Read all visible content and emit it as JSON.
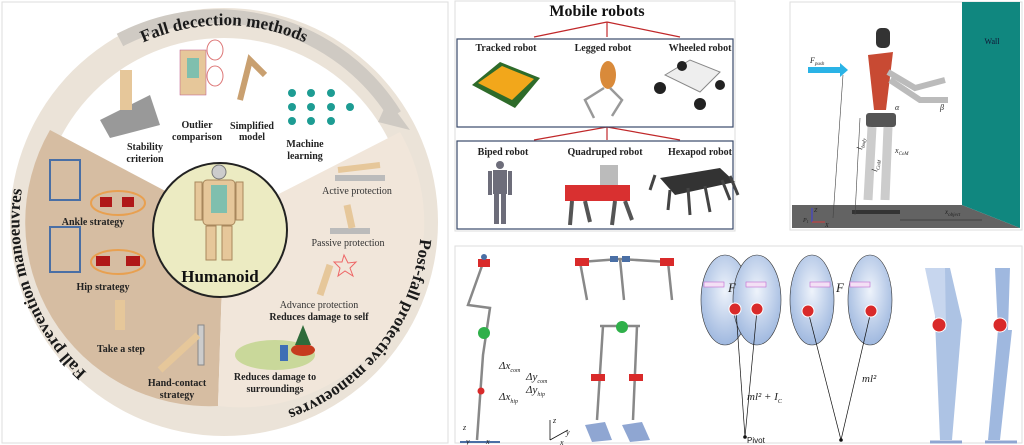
{
  "fall_wheel": {
    "center_label": "Humanoid",
    "detection": {
      "title": "Fall decection methods",
      "items": [
        "Stability",
        "criterion",
        "Outlier",
        "comparison",
        "Simplified",
        "model",
        "Machine",
        "learning"
      ]
    },
    "prevention": {
      "title": "Fall prevention manoeuvres",
      "items": [
        "Ankle strategy",
        "Hip strategy",
        "Take a step",
        "Hand-contact",
        "strategy"
      ]
    },
    "post_fall": {
      "title": "Post-fall protective manoeuvres",
      "items": [
        "Active protection",
        "Passive protection",
        "Advance protection",
        "Reduces damage to self",
        "Reduces damage  to",
        "surroundings"
      ]
    }
  },
  "mobile_robots": {
    "title": "Mobile robots",
    "row1": [
      "Tracked robot",
      "Legged robot",
      "Wheeled robot"
    ],
    "row2": [
      "Biped robot",
      "Quadruped robot",
      "Hexapod robot"
    ]
  },
  "push_scene": {
    "wall": "Wall",
    "f_push": "F",
    "f_push_sub": "push",
    "alpha": "α",
    "beta": "β",
    "l_body": "l",
    "l_body_sub": "body",
    "l_com": "l",
    "l_com_sub": "CoM",
    "x_com": "x",
    "x_com_sub": "CoM",
    "x_object": "x",
    "x_object_sub": "object",
    "axis_z": "Z",
    "axis_p": "P",
    "axis_p_sub": "1",
    "axis_x": "X"
  },
  "balance_models": {
    "dx_com": "Δx",
    "dx_com_sub": "com",
    "dx_hip": "Δx",
    "dx_hip_sub": "hip",
    "dy_com": "Δy",
    "dy_com_sub": "com",
    "dy_hip": "Δy",
    "dy_hip_sub": "hip",
    "axes1": [
      "z",
      "y",
      "x"
    ],
    "axes2": [
      "z",
      "y",
      "x"
    ],
    "force1": "F",
    "force2": "F",
    "inertia1": "ml² + I",
    "inertia1_sub": "C",
    "inertia2": "ml²",
    "pivot": "Pivot"
  },
  "colors": {
    "wall": "#10877f",
    "floor": "#636363",
    "tan": "#e6c79a",
    "arrow_red": "#c0282a",
    "push_arrow": "#2ab3e6"
  }
}
